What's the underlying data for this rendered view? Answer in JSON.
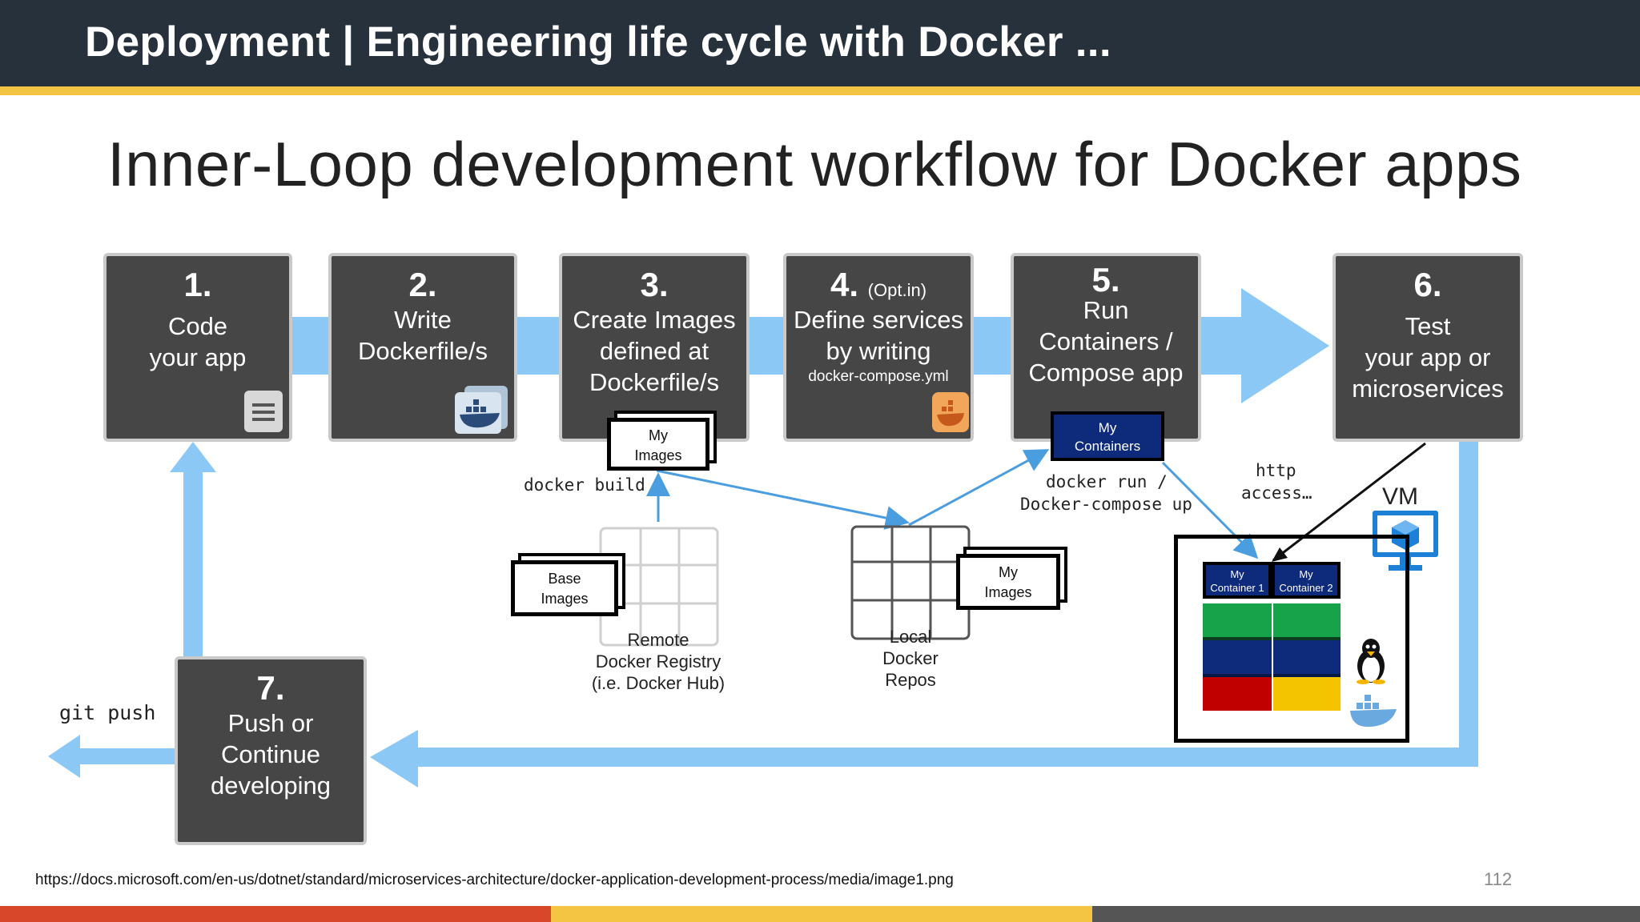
{
  "slide": {
    "title": "Deployment | Engineering life cycle with Docker ...",
    "url": "https://docs.microsoft.com/en-us/dotnet/standard/microservices-architecture/docker-application-development-process/media/image1.png",
    "page_number": "112"
  },
  "diagram": {
    "title": "Inner-Loop development workflow for Docker apps",
    "steps": [
      {
        "num": "1.",
        "text": "Code\nyour app"
      },
      {
        "num": "2.",
        "text": "Write\nDockerfile/s"
      },
      {
        "num": "3.",
        "text": "Create Images\ndefined at\nDockerfile/s"
      },
      {
        "num": "4.",
        "opt": "(Opt.in)",
        "text": "Define services\nby writing",
        "small": "docker-compose.yml"
      },
      {
        "num": "5.",
        "text": "Run\nContainers /\nCompose app"
      },
      {
        "num": "6.",
        "text": "Test\nyour app or\nmicroservices"
      },
      {
        "num": "7.",
        "text": "Push or\nContinue\ndeveloping"
      }
    ],
    "labels": {
      "docker_build": "docker build",
      "docker_run": "docker run /",
      "docker_compose_up": "Docker-compose up",
      "http": "http",
      "access": "access…",
      "git_push": "git push",
      "vm": "VM",
      "my_images": "My\nImages",
      "my_images_local": "My\nImages",
      "base_images": "Base\nImages",
      "my_containers": "My\nContainers",
      "my_container_1": "My\nContainer 1",
      "my_container_2": "My\nContainer 2",
      "remote_registry": "Remote\nDocker Registry\n(i.e. Docker Hub)",
      "local_repos": "Local\nDocker\nRepos"
    },
    "icons": [
      "document-icon",
      "docker-whale-icon",
      "docker-compose-icon",
      "vm-monitor-icon",
      "linux-penguin-icon",
      "docker-logo-icon"
    ]
  },
  "colors": {
    "header_bg": "#26313b",
    "header_band": "#f4c542",
    "step_bg": "#464646",
    "arrow": "#8cc8f5",
    "container_blue": "#0e2a7a",
    "container_green": "#16a34a",
    "container_red": "#c00000",
    "container_yellow": "#f5c400",
    "footer": [
      "#d9472b",
      "#f4c542",
      "#555555"
    ]
  }
}
